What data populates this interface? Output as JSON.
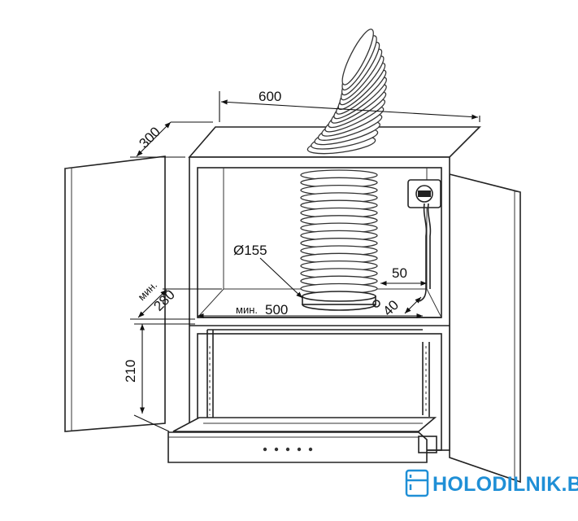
{
  "dimensions": {
    "width": "600",
    "depth": "300",
    "pipe_diameter": "Ø155",
    "socket_offset": "50",
    "pipe_offset": "40",
    "min_depth_prefix": "мин.",
    "min_depth": "280",
    "min_width_prefix": "мин.",
    "min_width": "500",
    "height": "210"
  },
  "watermark": {
    "brand": "HOLODILNIK.BY",
    "color": "#1f8fd6",
    "icon": "fridge-icon"
  },
  "control_panel": {
    "buttons": 5
  }
}
